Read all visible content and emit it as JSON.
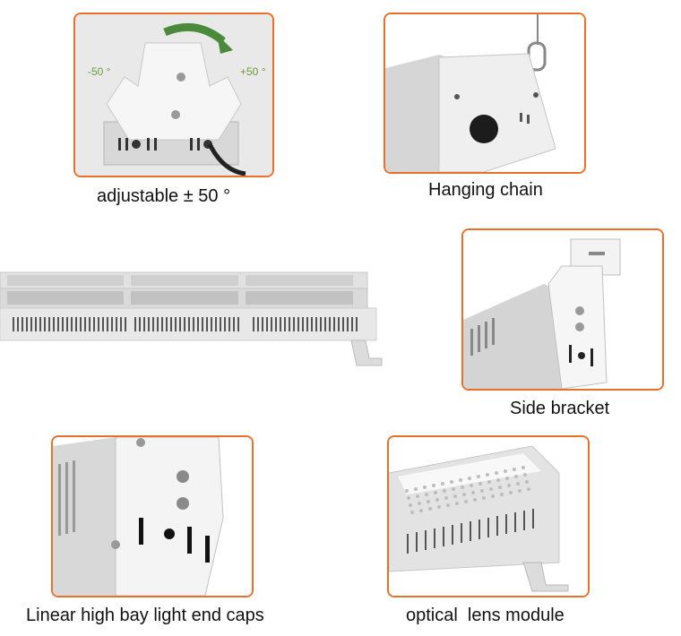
{
  "accent_color": "#e8702a",
  "panels": {
    "adjust": {
      "caption": "adjustable ± 50 °",
      "left_angle": "-50 °",
      "right_angle": "+50 °"
    },
    "chain": {
      "caption": "Hanging chain"
    },
    "side": {
      "caption": "Side bracket"
    },
    "endcap": {
      "caption": "Linear high bay light end caps"
    },
    "lens": {
      "caption": "optical  lens module"
    }
  }
}
